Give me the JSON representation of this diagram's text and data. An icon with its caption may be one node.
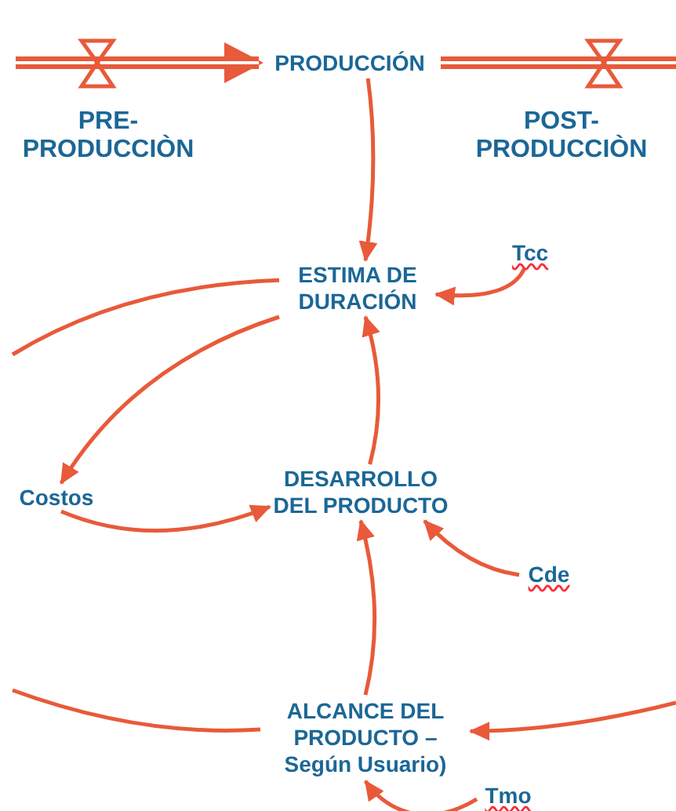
{
  "diagram": {
    "nodes": [
      {
        "text": [
          "PRODUCCIÓN"
        ]
      },
      {
        "text": [
          "ESTIMA DE DURACIÓN"
        ]
      },
      {
        "text": [
          "Tcc"
        ]
      },
      {
        "text": [
          "Costos"
        ]
      },
      {
        "text": [
          "DESARROLLO DEL PRODUCTO"
        ]
      },
      {
        "text": [
          "Cde"
        ]
      },
      {
        "text": [
          "ALCANCE DEL PRODUCTO – Según Usuario)"
        ]
      },
      {
        "text": [
          "Tmo"
        ]
      }
    ],
    "edges": [
      {
        "from": null,
        "to": 0,
        "arrow": "to",
        "style": "thick"
      },
      {
        "from": 0,
        "to": null,
        "arrow": "none",
        "style": "thick"
      },
      {
        "from": 0,
        "to": 1,
        "arrow": "to"
      },
      {
        "from": 2,
        "to": 1,
        "arrow": "to"
      },
      {
        "from": 1,
        "to": null,
        "arrow": "none"
      },
      {
        "from": 1,
        "to": 3,
        "arrow": "to"
      },
      {
        "from": 3,
        "to": 4,
        "arrow": "to"
      },
      {
        "from": 4,
        "to": 1,
        "arrow": "to"
      },
      {
        "from": 5,
        "to": 4,
        "arrow": "to"
      },
      {
        "from": 6,
        "to": 4,
        "arrow": "to"
      },
      {
        "from": 6,
        "to": null,
        "arrow": "none"
      },
      {
        "from": null,
        "to": 6,
        "arrow": "to"
      },
      {
        "from": 7,
        "to": 6,
        "arrow": "to"
      }
    ],
    "labels": [
      "PRE- PRODUCCIÒN",
      "POST- PRODUCCIÒN"
    ]
  }
}
